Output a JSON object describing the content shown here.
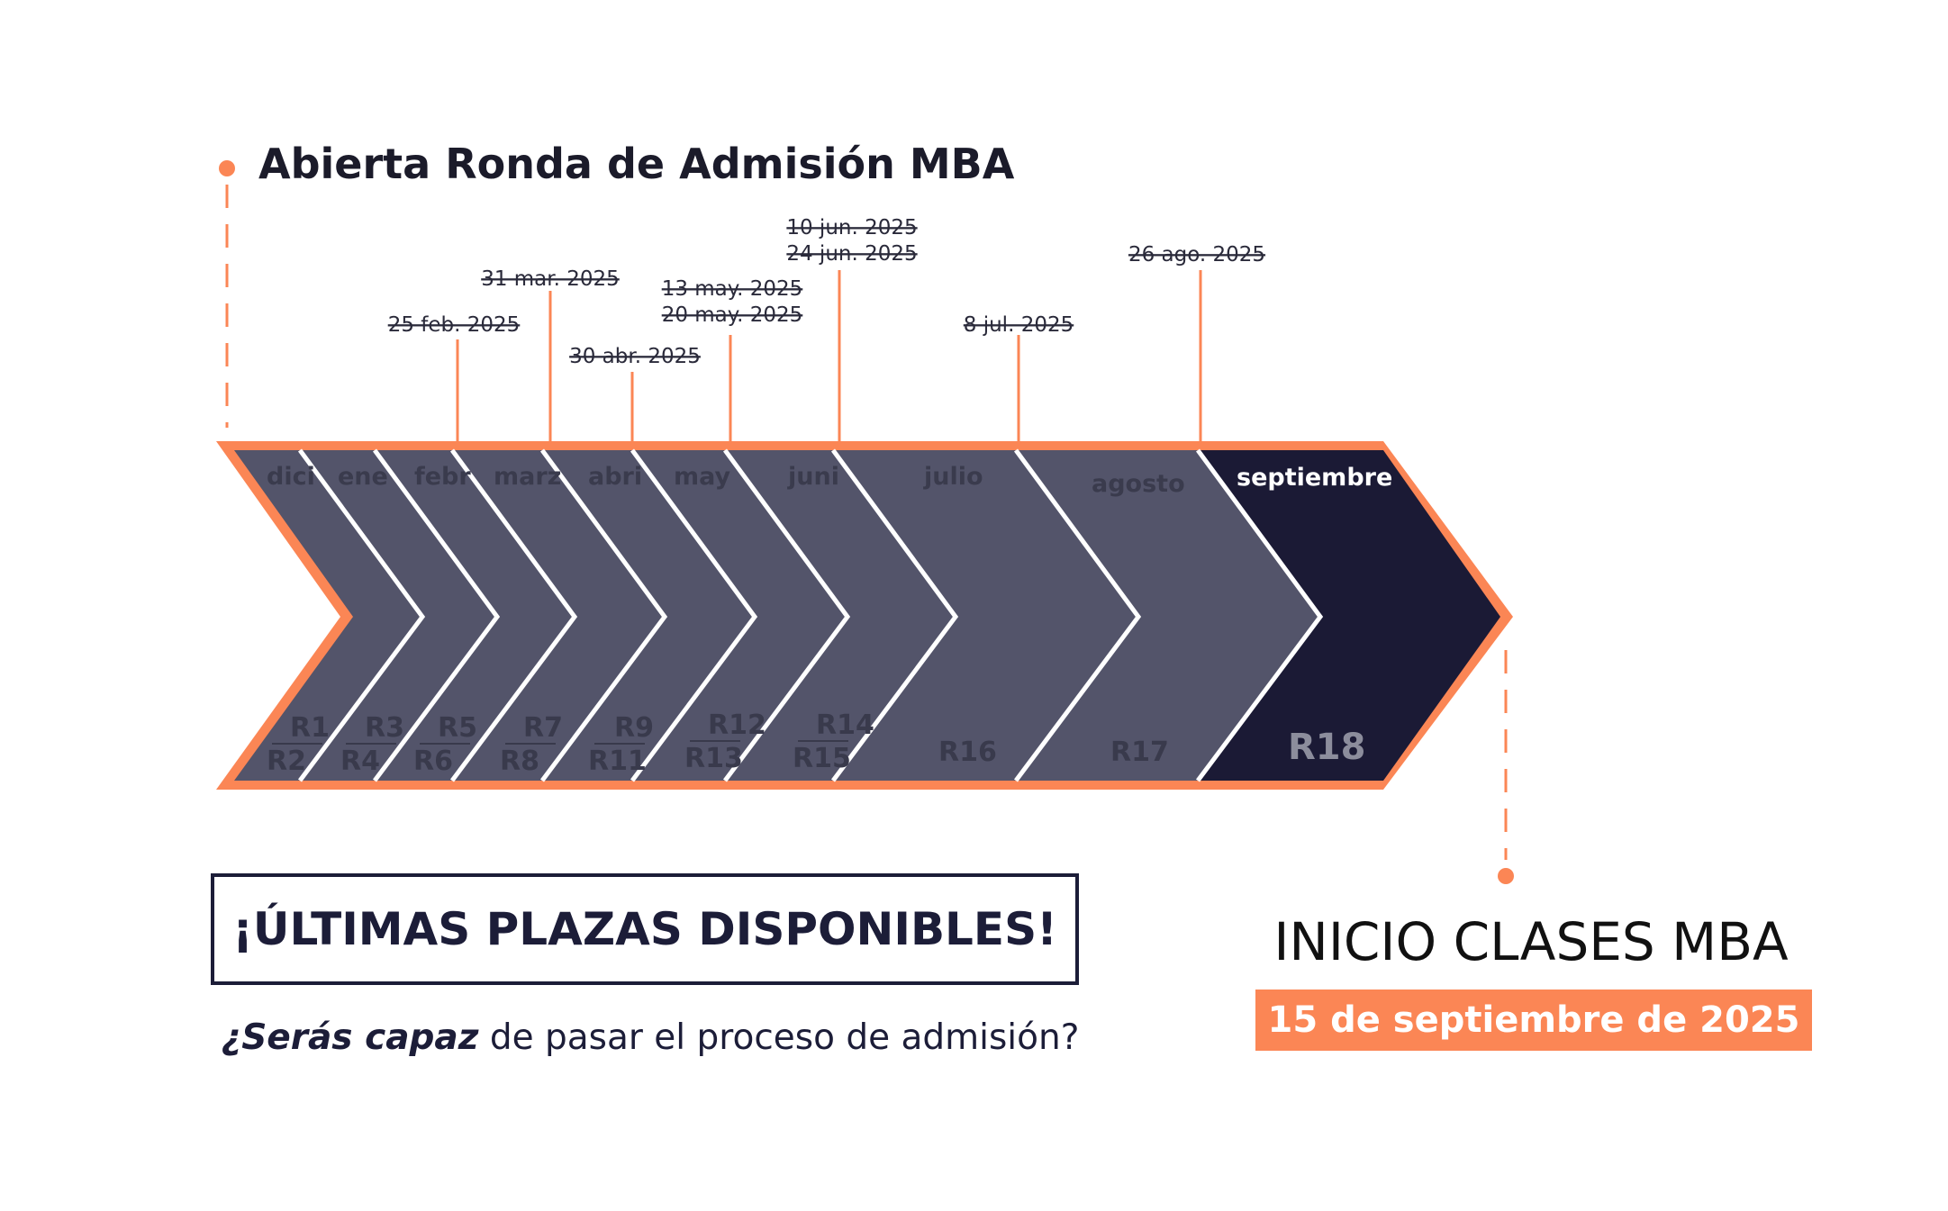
{
  "title": "Abierta Ronda de Admisión MBA",
  "dates": [
    {
      "text": "25 feb. 2025",
      "struck": true
    },
    {
      "text": "31 mar. 2025",
      "struck": true
    },
    {
      "text": "30 abr. 2025",
      "struck": true
    },
    {
      "text": "13 may. 2025",
      "struck": true
    },
    {
      "text": "20 may. 2025",
      "struck": true
    },
    {
      "text": "10 jun. 2025",
      "struck": true
    },
    {
      "text": "24 jun. 2025",
      "struck": true
    },
    {
      "text": "8 jul. 2025",
      "struck": true
    },
    {
      "text": "26 ago. 2025",
      "struck": true
    }
  ],
  "months": [
    "dici",
    "ene",
    "febr",
    "marz",
    "abri",
    "may",
    "juni",
    "julio",
    "agosto",
    "septiembre"
  ],
  "rounds": [
    "R1",
    "R2",
    "R3",
    "R4",
    "R5",
    "R6",
    "R7",
    "R8",
    "R9",
    "R11",
    "R12",
    "R13",
    "R14",
    "R15",
    "R16",
    "R17",
    "R18"
  ],
  "cta": {
    "banner": "¡ÚLTIMAS PLAZAS DISPONIBLES!",
    "question_bold": "¿Serás capaz",
    "question_rest": " de pasar el proceso de admisión?"
  },
  "start": {
    "label": "INICIO CLASES MBA",
    "date": "15 de septiembre de 2025"
  },
  "colors": {
    "accent": "#fb8655",
    "navy": "#1b1a35",
    "slate": "#53546a",
    "text": "#1c1d38"
  }
}
